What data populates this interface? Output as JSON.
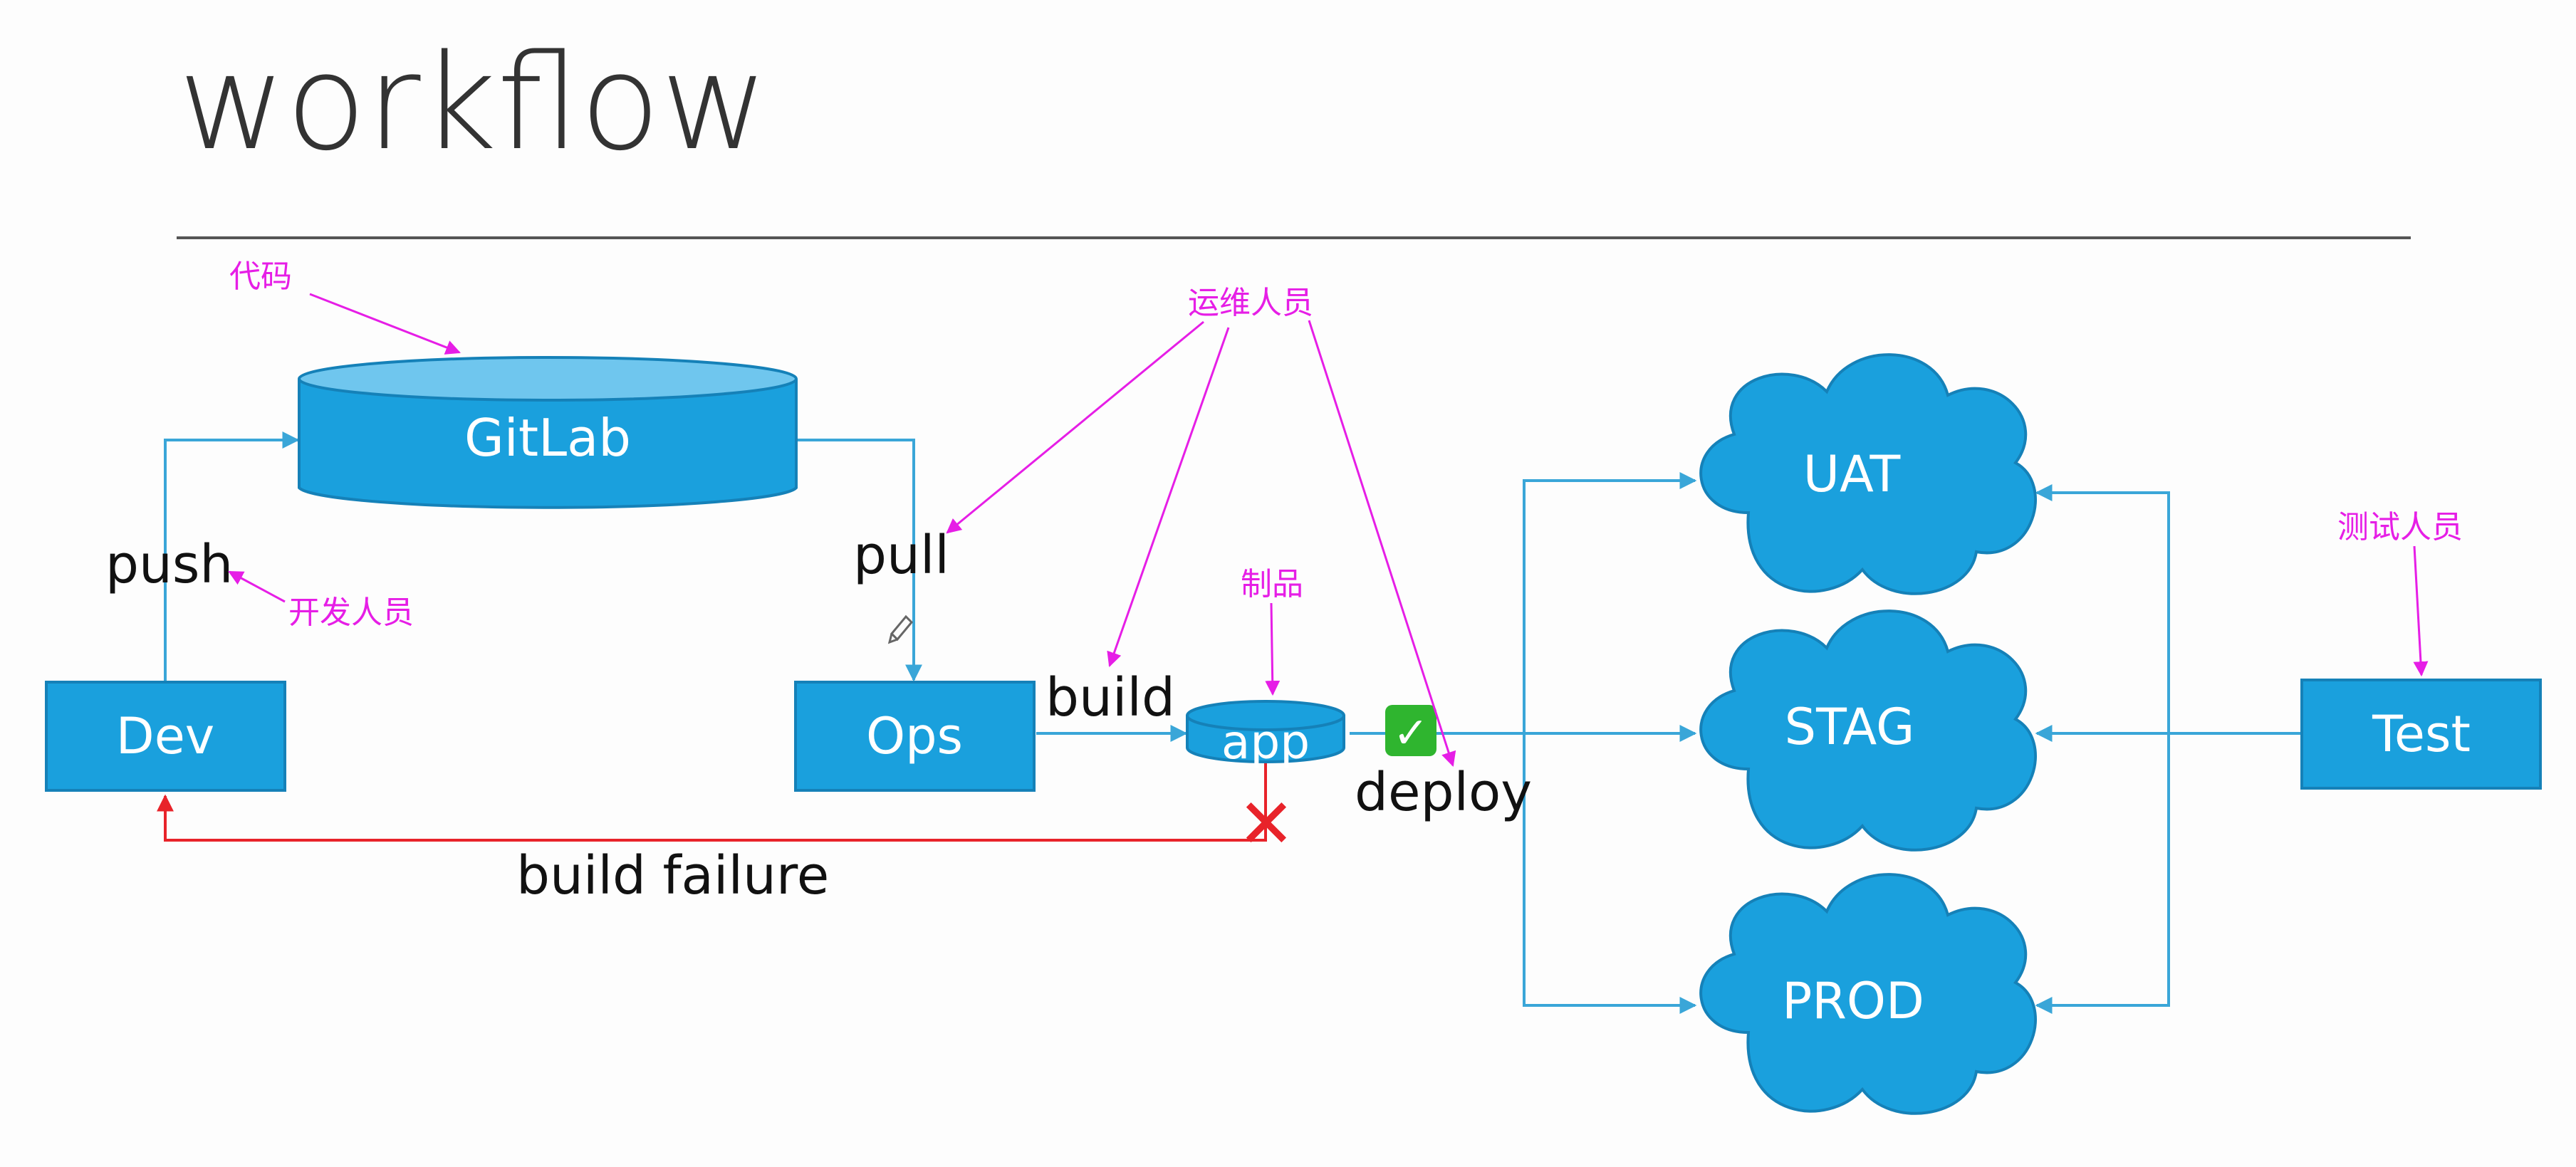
{
  "title": "workflow",
  "nodes": {
    "gitlab": "GitLab",
    "dev": "Dev",
    "ops": "Ops",
    "app": "app",
    "test": "Test",
    "uat": "UAT",
    "stag": "STAG",
    "prod": "PROD"
  },
  "flow_labels": {
    "push": "push",
    "pull": "pull",
    "build": "build",
    "deploy": "deploy",
    "build_failure": "build failure"
  },
  "annotations": {
    "code": "代码",
    "developer": "开发人员",
    "ops_staff": "运维人员",
    "artifact": "制品",
    "tester": "测试人员"
  },
  "status_marks": {
    "success": "✓",
    "failure": "✕"
  },
  "colors": {
    "node_fill": "#1aa0dd",
    "node_stroke": "#1581b8",
    "cylinder_top": "#6fc6ee",
    "connector": "#3aa6d8",
    "failure": "#e8232a",
    "annotation": "#e61ee6",
    "check_bg": "#2fb52f",
    "rule": "#555555",
    "text": "#111111"
  }
}
